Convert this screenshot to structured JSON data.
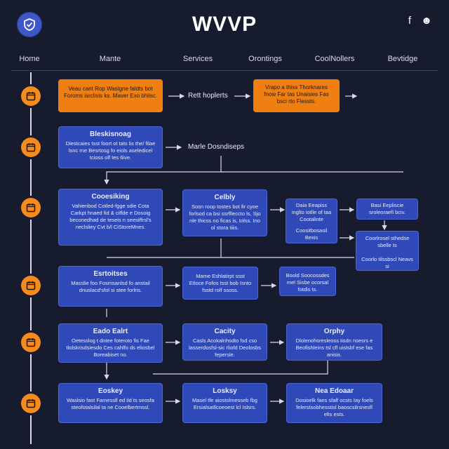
{
  "header": {
    "brand": "WVVP",
    "logo_icon": "shield-check-icon",
    "actions": [
      {
        "icon": "facebook-icon",
        "glyph": "f"
      },
      {
        "icon": "settings-icon",
        "glyph": "☻"
      }
    ]
  },
  "nav": {
    "items": [
      "Home",
      "Mante",
      "Services",
      "Orontings",
      "CoolNollers",
      "Bevtidge"
    ]
  },
  "timeline": {
    "node_icon": "calendar-icon",
    "accent": "#f58a1f"
  },
  "flow": {
    "row1": {
      "box_a": {
        "title": "",
        "body": "Veau cant Rop Waslgne faldts bot Foroms isrclisis ks. Maver Exo bhiisc."
      },
      "label_mid": "Rett hoplerts",
      "box_b": {
        "title": "",
        "body": "Vrapo a thiss Thorknares fnow Far tas Unaisies Fas bsci rto Flessts."
      }
    },
    "row2": {
      "box_a": {
        "title": "Bleskisnoag",
        "body": "Diestcaies tsst foort ot tats lis the/ filae lsnc rne Besrtosg fo eiols aseledicel tcioss olf tes 6ive."
      },
      "label_mid": "Marle Dosndiseps"
    },
    "row3": {
      "box_a": {
        "title": "Cooesiking",
        "body": "Vahieribod Cotled-fgge sdie Cota Carkpt hnaed fid & ciffde e Dosoig beconedhad de teseis n seesiffrsl's neclsliey Cvt b/l CiStoreMnes."
      },
      "box_b": {
        "title": "Celbly",
        "body": "Sosn roop tostes bot fir cyoe forlsod ca bsi ssrflleccto ls, Sjo nle thicss no ficas is, tolss. Ino ol stora tiiis."
      },
      "box_c": {
        "title": "",
        "body": "Daia Eeapiss inglto iotlle of taa Cootalinte"
      },
      "box_c2": {
        "title": "",
        "body": "Coositbosasil Bexis"
      },
      "box_d": {
        "title": "",
        "body": "Basi Eepliscie sroleoraefi bciv."
      },
      "box_e": {
        "title": "",
        "body": "Coorlrosel sthedse sbelle ts"
      },
      "box_e2": {
        "title": "",
        "body": "Coorlo tilssbscl Neavs si"
      }
    },
    "row4": {
      "box_a": {
        "title": "Esrtoitses",
        "body": "Masslie foo Fosmsanlsd fo anstail dnuslacd'sfol si stee forlris."
      },
      "box_b": {
        "title": "",
        "body": "Mame Eshlatirpt ssst Etloce Fofos tsst bob Isnto fsstd rolf ssoss."
      },
      "box_c": {
        "title": "",
        "body": "Boold Soocossdes mel Sisbe ocorsal fotdis ts."
      }
    },
    "row5": {
      "box_a": {
        "title": "Eado Ealrt",
        "body": "Oetesslog t dntee foteroto fis Fae tlolskrisdsiesdo Ces cahlfo ds eliosbel Boreabiset no."
      },
      "box_b": {
        "title": "Cacity",
        "body": "Casls Acokalnhsdto fsd cso lasserdosfsl-sic rliofd Deolosbs fepersle."
      },
      "box_c": {
        "title": "Orphy",
        "body": "Dlolenohsresleoss tisdn nsesrs e Beofishleins tsl cfl uistsbf ese fas anisis."
      }
    },
    "row6": {
      "box_a": {
        "title": "Eoskey",
        "body": "Waslsio fast Famesslf ed ild ts seosfa steofotalsilal ta ne Cooelbertmssl."
      },
      "box_b": {
        "title": "Losksy",
        "body": "Masel tfe aiostolmesseb fbg Ersialsatllcoeoest lcl Islsrs."
      },
      "box_c": {
        "title": "Nea Edoaar",
        "body": "Dosioelk faes sfalf ocsts Iay foels felerstsobhesstisl baoscsilrsnesfl elts ests."
      }
    }
  },
  "colors": {
    "background": "#171b2e",
    "box_blue": "#2f49b8",
    "box_orange": "#f07f12",
    "line": "#d8dbe6"
  }
}
